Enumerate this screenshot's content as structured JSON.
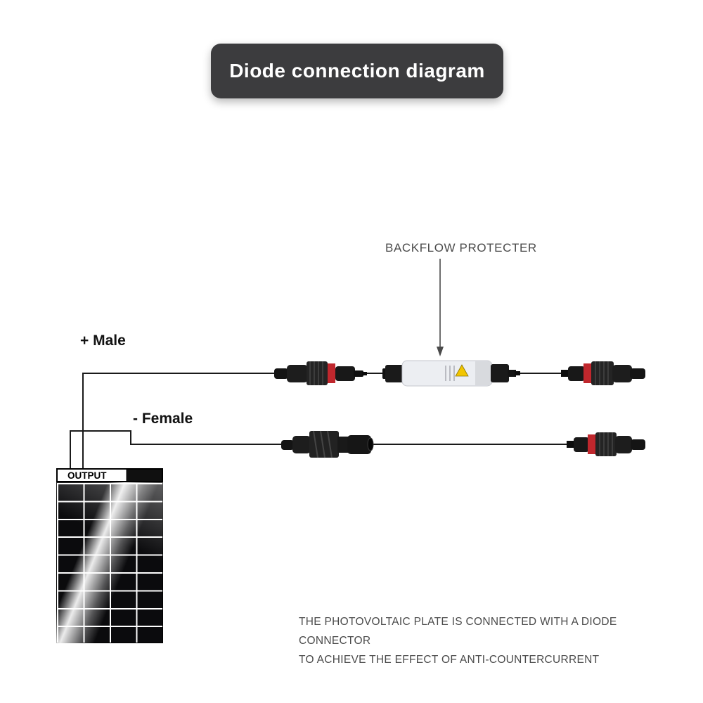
{
  "title": "Diode connection diagram",
  "labels": {
    "backflow": "BACKFLOW PROTECTER",
    "male": "+ Male",
    "female": "- Female"
  },
  "panel": {
    "output_label": "OUTPUT"
  },
  "caption": {
    "line1": "THE PHOTOVOLTAIC PLATE IS CONNECTED WITH A DIODE CONNECTOR",
    "line2": "TO ACHIEVE THE EFFECT OF ANTI-COUNTERCURRENT"
  },
  "icons": {
    "warning_triangle_icon": "warning-triangle"
  },
  "colors": {
    "banner_bg": "#3c3c3e",
    "banner_text": "#ffffff",
    "wire": "#1a1a1a",
    "connector_black": "#1a1a1a",
    "accent_red": "#c0272d",
    "warning_yellow": "#f2c500",
    "diode_body": "#eceef2",
    "caption_text": "#4a4a4a"
  }
}
